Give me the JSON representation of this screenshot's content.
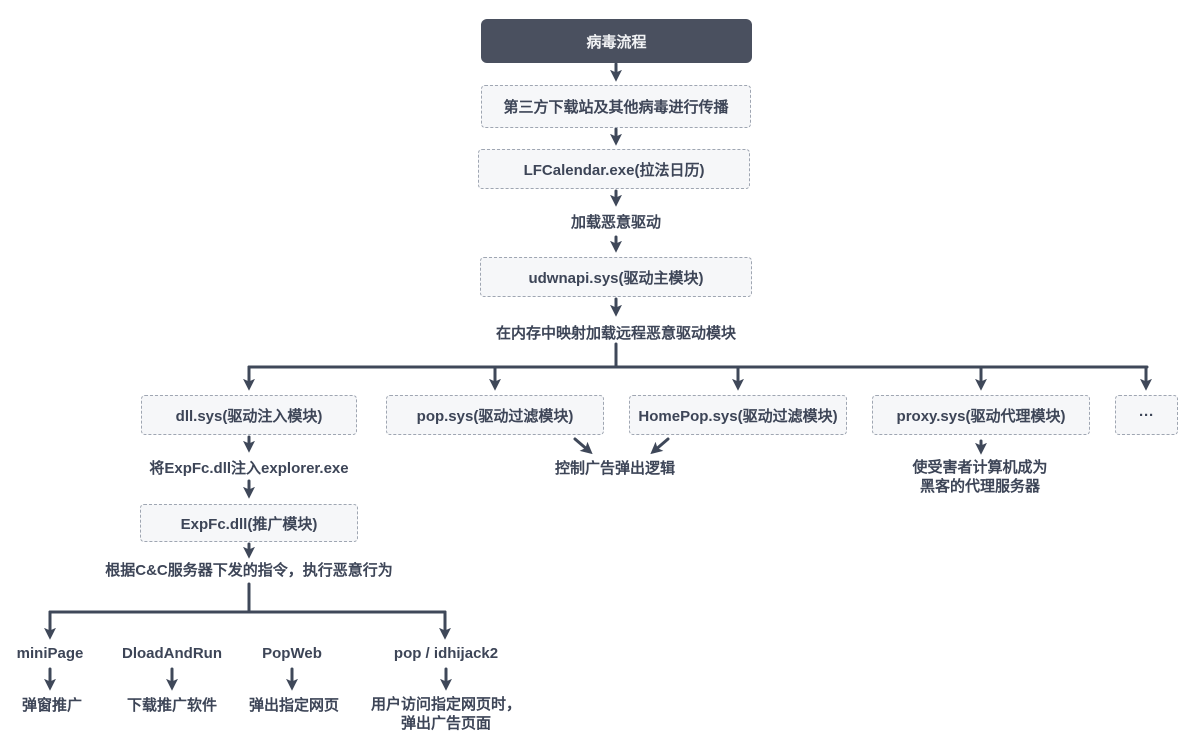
{
  "colors": {
    "header_bg": "#4a505f",
    "header_text": "#f2f3f5",
    "box_bg": "#f6f7f9",
    "box_border": "#9fa6b2",
    "text": "#3d4557",
    "arrow": "#3f4859"
  },
  "flowchart": {
    "title": "病毒流程",
    "level1": {
      "spread": "第三方下载站及其他病毒进行传播",
      "lfcalendar": "LFCalendar.exe(拉法日历)",
      "load_driver": "加载恶意驱动",
      "udwnapi": "udwnapi.sys(驱动主模块)",
      "memory_map": "在内存中映射加载远程恶意驱动模块"
    },
    "modules": {
      "dll": "dll.sys(驱动注入模块)",
      "pop": "pop.sys(驱动过滤模块)",
      "homepop": "HomePop.sys(驱动过滤模块)",
      "proxy": "proxy.sys(驱动代理模块)",
      "more": "···"
    },
    "pop_branch": {
      "result": "控制广告弹出逻辑"
    },
    "proxy_branch": {
      "result_line1": "使受害者计算机成为",
      "result_line2": "黑客的代理服务器"
    },
    "dll_branch": {
      "inject": "将ExpFc.dll注入explorer.exe",
      "expfc": "ExpFc.dll(推广模块)",
      "cc": "根据C&C服务器下发的指令，执行恶意行为",
      "commands": [
        {
          "name": "miniPage",
          "result": "弹窗推广"
        },
        {
          "name": "DloadAndRun",
          "result": "下载推广软件"
        },
        {
          "name": "PopWeb",
          "result": "弹出指定网页"
        },
        {
          "name": "pop / idhijack2",
          "result": "用户访问指定网页时，",
          "result2": "弹出广告页面"
        }
      ]
    }
  }
}
